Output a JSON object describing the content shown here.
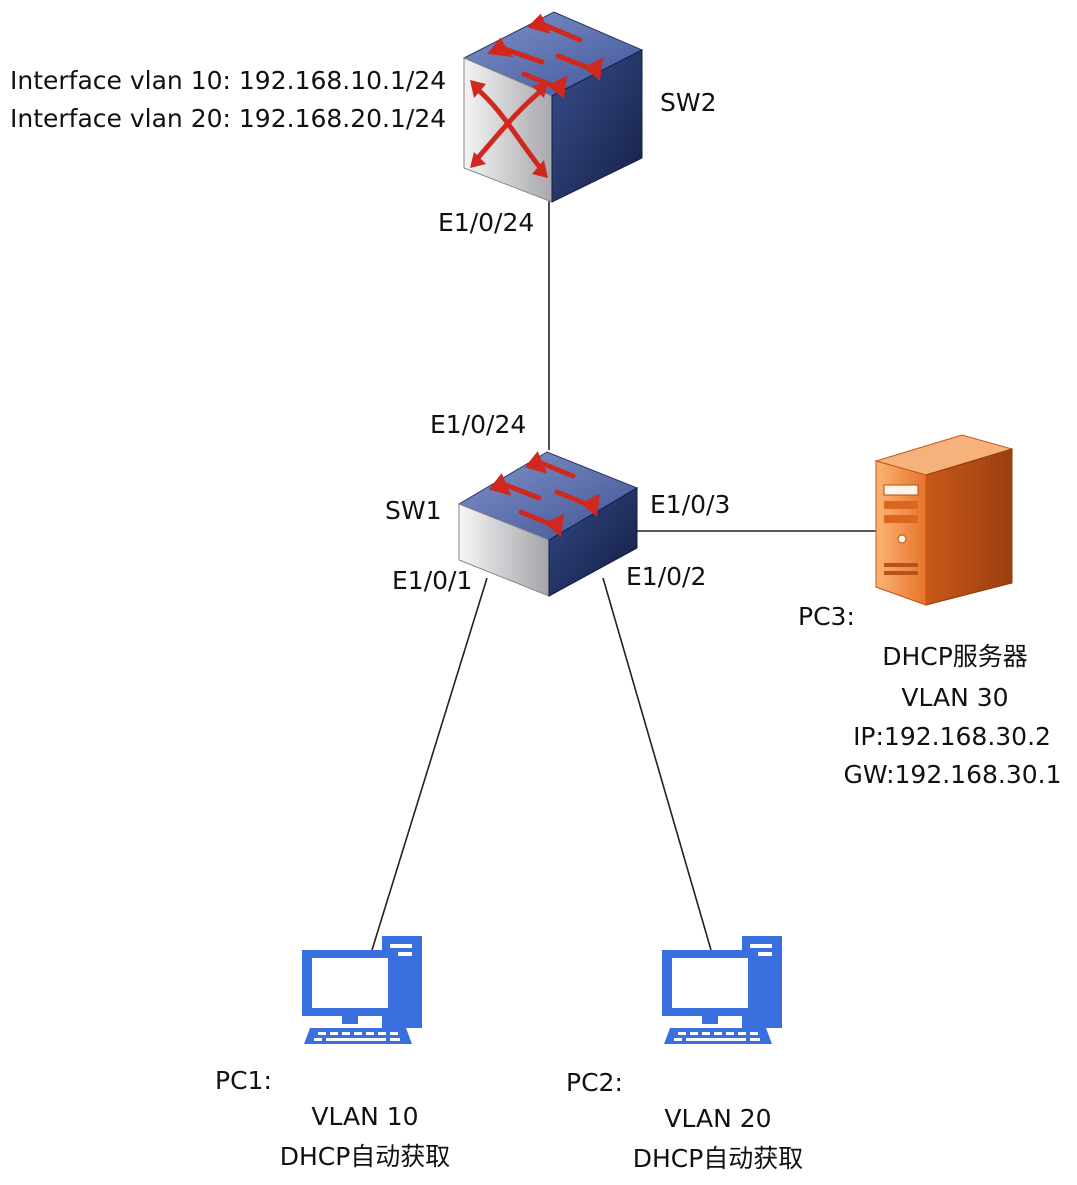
{
  "sw2": {
    "name": "SW2",
    "interfaces": [
      "Interface vlan 10: 192.168.10.1/24",
      "Interface vlan 20: 192.168.20.1/24"
    ],
    "port_down": "E1/0/24",
    "icon": "layer3-switch-icon"
  },
  "sw1": {
    "name": "SW1",
    "port_up": "E1/0/24",
    "port_pc1": "E1/0/1",
    "port_pc2": "E1/0/2",
    "port_pc3": "E1/0/3",
    "icon": "layer2-switch-icon"
  },
  "pc1": {
    "name": "PC1:",
    "vlan": "VLAN 10",
    "mode": "DHCP自动获取",
    "icon": "desktop-computer-icon"
  },
  "pc2": {
    "name": "PC2:",
    "vlan": "VLAN 20",
    "mode": "DHCP自动获取",
    "icon": "desktop-computer-icon"
  },
  "pc3": {
    "name": "PC3:",
    "role": "DHCP服务器",
    "vlan": "VLAN 30",
    "ip": "IP:192.168.30.2",
    "gw": "GW:192.168.30.1",
    "icon": "server-icon"
  },
  "colors": {
    "switch_top": "#4a63a5",
    "switch_side": "#1f2f5e",
    "arrow": "#d0281e",
    "computer": "#3a6fe0",
    "server": "#ea7a2e",
    "link": "#222222"
  }
}
